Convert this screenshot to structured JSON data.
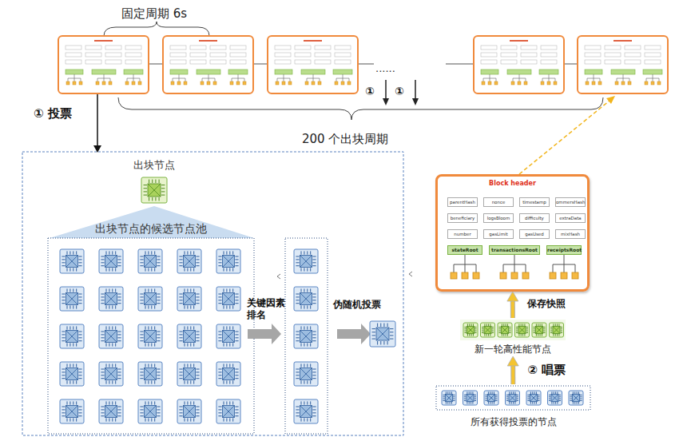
{
  "diagram": {
    "nodes": [
      {
        "text": [
          "出块节点"
        ]
      },
      {
        "text": [
          "出块节点的候选节点池"
        ]
      },
      {
        "text": [
          "Block header"
        ]
      },
      {
        "text": [
          "parentHash"
        ],
        "in": 2
      },
      {
        "text": [
          "nonce"
        ],
        "in": 2
      },
      {
        "text": [
          "timestamp"
        ],
        "in": 2
      },
      {
        "text": [
          "ommersHash"
        ],
        "in": 2
      },
      {
        "text": [
          "beneficiary"
        ],
        "in": 2
      },
      {
        "text": [
          "logsBloom"
        ],
        "in": 2
      },
      {
        "text": [
          "difficulty"
        ],
        "in": 2
      },
      {
        "text": [
          "extraData"
        ],
        "in": 2
      },
      {
        "text": [
          "number"
        ],
        "in": 2
      },
      {
        "text": [
          "gasLimit"
        ],
        "in": 2
      },
      {
        "text": [
          "gasUsed"
        ],
        "in": 2
      },
      {
        "text": [
          "mixHash"
        ],
        "in": 2
      },
      {
        "text": [
          "stateRoot"
        ],
        "in": 2
      },
      {
        "text": [
          "transactionsRoot"
        ],
        "in": 2
      },
      {
        "text": [
          "receiptsRoot"
        ],
        "in": 2
      },
      {
        "text": [
          "新一轮高性能节点"
        ]
      },
      {
        "text": [
          "所有获得投票的节点"
        ]
      }
    ],
    "edges": [
      {
        "from": 19,
        "to": 18,
        "arrow": "to",
        "label": "② 唱票"
      },
      {
        "from": 18,
        "to": 2,
        "arrow": "to",
        "label": "保存快照"
      }
    ],
    "labels": [
      "固定周期 6s",
      "......",
      "①",
      "①",
      "200 个出块周期",
      "① 投票",
      "关键因素排名",
      "伪随机投票"
    ]
  }
}
